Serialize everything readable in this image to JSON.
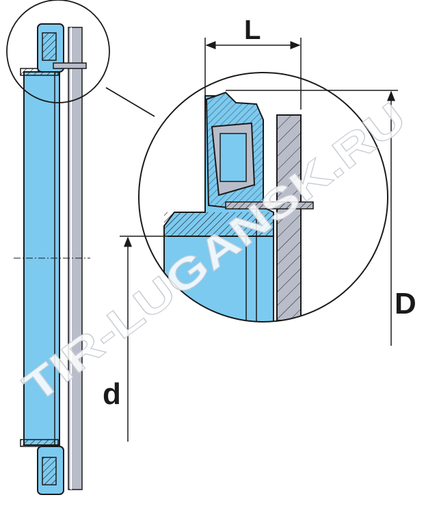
{
  "dimensions": {
    "length_label": "L",
    "outer_diameter_label": "D",
    "inner_diameter_label": "d"
  },
  "watermark": "TIR-LUGANSK.RU",
  "colors": {
    "part_blue": "#7ccaf0",
    "plate_gray": "#b9bdc9",
    "line": "#1a1a1a"
  }
}
